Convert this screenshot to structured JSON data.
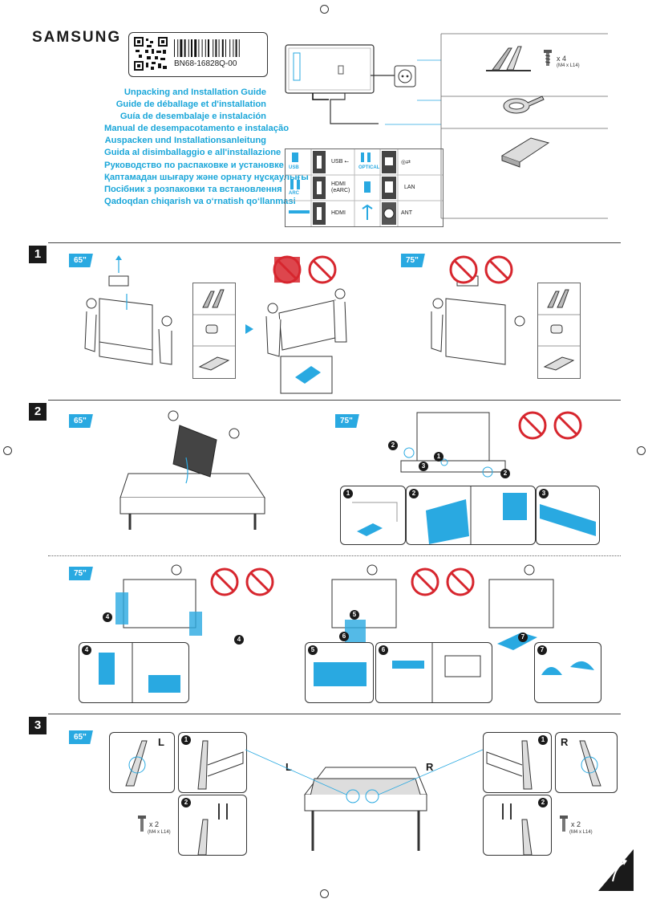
{
  "header": {
    "brand": "SAMSUNG",
    "part_number": "BN68-16828Q-00",
    "titles": [
      "Unpacking and Installation Guide",
      "Guide de déballage et d'installation",
      "Guía de desembalaje e instalación",
      "Manual de desempacotamento e instalação",
      "Auspacken und Installationsanleitung",
      "Guida al disimballaggio e all'installazione",
      "Руководство по распаковке и установке",
      "Қаптамадан шығару және орнату нұсқаулығы",
      "Посібник з розпаковки та встановлення",
      "Qadoqdan chiqarish va o‘rnatish qo‘llanmasi"
    ]
  },
  "ports": {
    "usb_icon_label": "USB",
    "usb": "USB ⭠",
    "optical": "OPTICAL",
    "arc": "ARC",
    "hdmi_earc": "HDMI\n(eARC)",
    "hdmi": "HDMI",
    "lan": "LAN",
    "ant": "ANT"
  },
  "accessories": {
    "screws": "x 4",
    "screw_spec": "(M4 x L14)"
  },
  "steps": {
    "one": "1",
    "two": "2",
    "three": "3",
    "size_65": "65\"",
    "size_75": "75\""
  },
  "substeps": [
    "1",
    "2",
    "3",
    "4",
    "5",
    "6",
    "7"
  ],
  "step3": {
    "left": "L",
    "right": "R",
    "screws": "x 2",
    "screw_spec": "(M4 x L14)"
  },
  "colors": {
    "accent": "#29a9e1",
    "title_blue": "#1aa6d9",
    "warning_red": "#d7262e",
    "dark": "#1a1a1a"
  }
}
